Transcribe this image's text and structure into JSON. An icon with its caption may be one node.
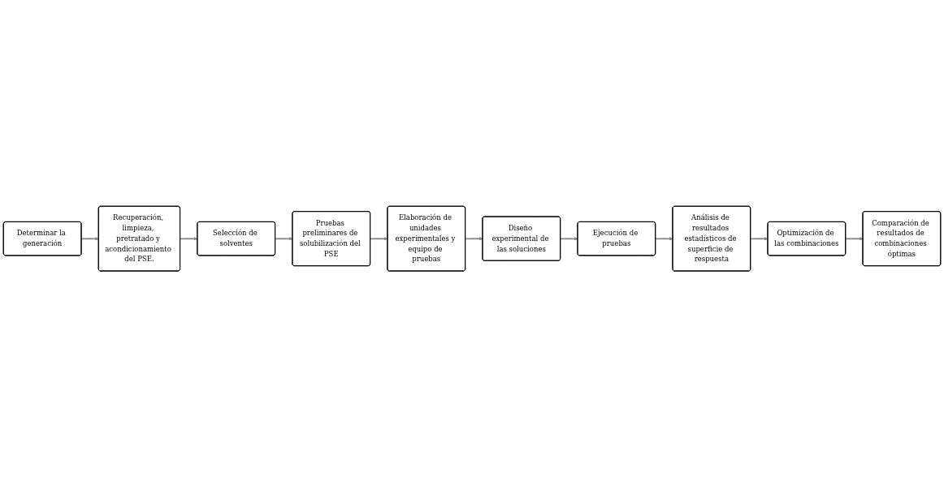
{
  "diagram": {
    "nodes": [
      {
        "text": [
          "Determinar la generación"
        ]
      },
      {
        "text": [
          "Recuperación, limpieza, pretratado y acondicionamiento del PSE."
        ]
      },
      {
        "text": [
          "Selección de solventes"
        ]
      },
      {
        "text": [
          "Pruebas preliminares de solubilización del PSE"
        ]
      },
      {
        "text": [
          "Análisis de resultados estadísticos de superficie de respuesta"
        ]
      },
      {
        "text": [
          "Ejecución de pruebas"
        ]
      },
      {
        "text": [
          "Diseño experimental de las soluciones"
        ]
      },
      {
        "text": [
          "Elaboración de unidades experimentales y equipo de pruebas"
        ]
      },
      {
        "text": [
          "Optimización de las combinaciones"
        ]
      },
      {
        "text": [
          "Comparación de resultados de combinaciones óptimas"
        ]
      }
    ],
    "edges": [
      {
        "from": 0,
        "to": 1,
        "arrow": "to"
      },
      {
        "from": 1,
        "to": 2,
        "arrow": "to"
      },
      {
        "from": 2,
        "to": 3,
        "arrow": "to"
      },
      {
        "from": 3,
        "to": 7,
        "arrow": "to"
      },
      {
        "from": 7,
        "to": 6,
        "arrow": "to"
      },
      {
        "from": 6,
        "to": 5,
        "arrow": "to"
      },
      {
        "from": 5,
        "to": 4,
        "arrow": "to"
      },
      {
        "from": 4,
        "to": 8,
        "arrow": "to"
      },
      {
        "from": 8,
        "to": 9,
        "arrow": "to"
      }
    ]
  }
}
